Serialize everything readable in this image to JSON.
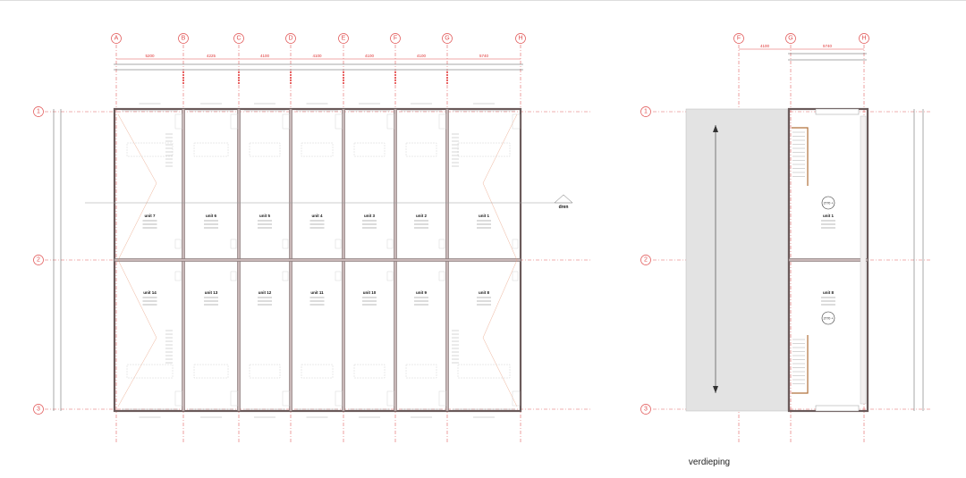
{
  "ground_floor": {
    "grid_columns": [
      "A",
      "B",
      "C",
      "D",
      "E",
      "F",
      "G",
      "H"
    ],
    "grid_rows": [
      "1",
      "2",
      "3"
    ],
    "column_dimensions": [
      "5200",
      "4225",
      "4100",
      "4100",
      "4100",
      "4100",
      "5740"
    ],
    "units_top": [
      "unit 7",
      "unit 6",
      "unit 5",
      "unit 4",
      "unit 3",
      "unit 2",
      "unit 1"
    ],
    "units_bottom": [
      "unit 14",
      "unit 13",
      "unit 12",
      "unit 11",
      "unit 10",
      "unit 9",
      "unit 8"
    ],
    "section_label": "dren"
  },
  "upper_floor": {
    "grid_columns": [
      "F",
      "G",
      "H"
    ],
    "grid_rows": [
      "1",
      "2",
      "3"
    ],
    "column_dimensions": [
      "4100",
      "5740"
    ],
    "units": [
      "unit 1",
      "unit 8"
    ],
    "stair_marker": "2770 +",
    "title": "verdieping"
  },
  "colors": {
    "grid": "#e05050",
    "wall": "#c9b8b8",
    "void": "#e3e3e3"
  }
}
